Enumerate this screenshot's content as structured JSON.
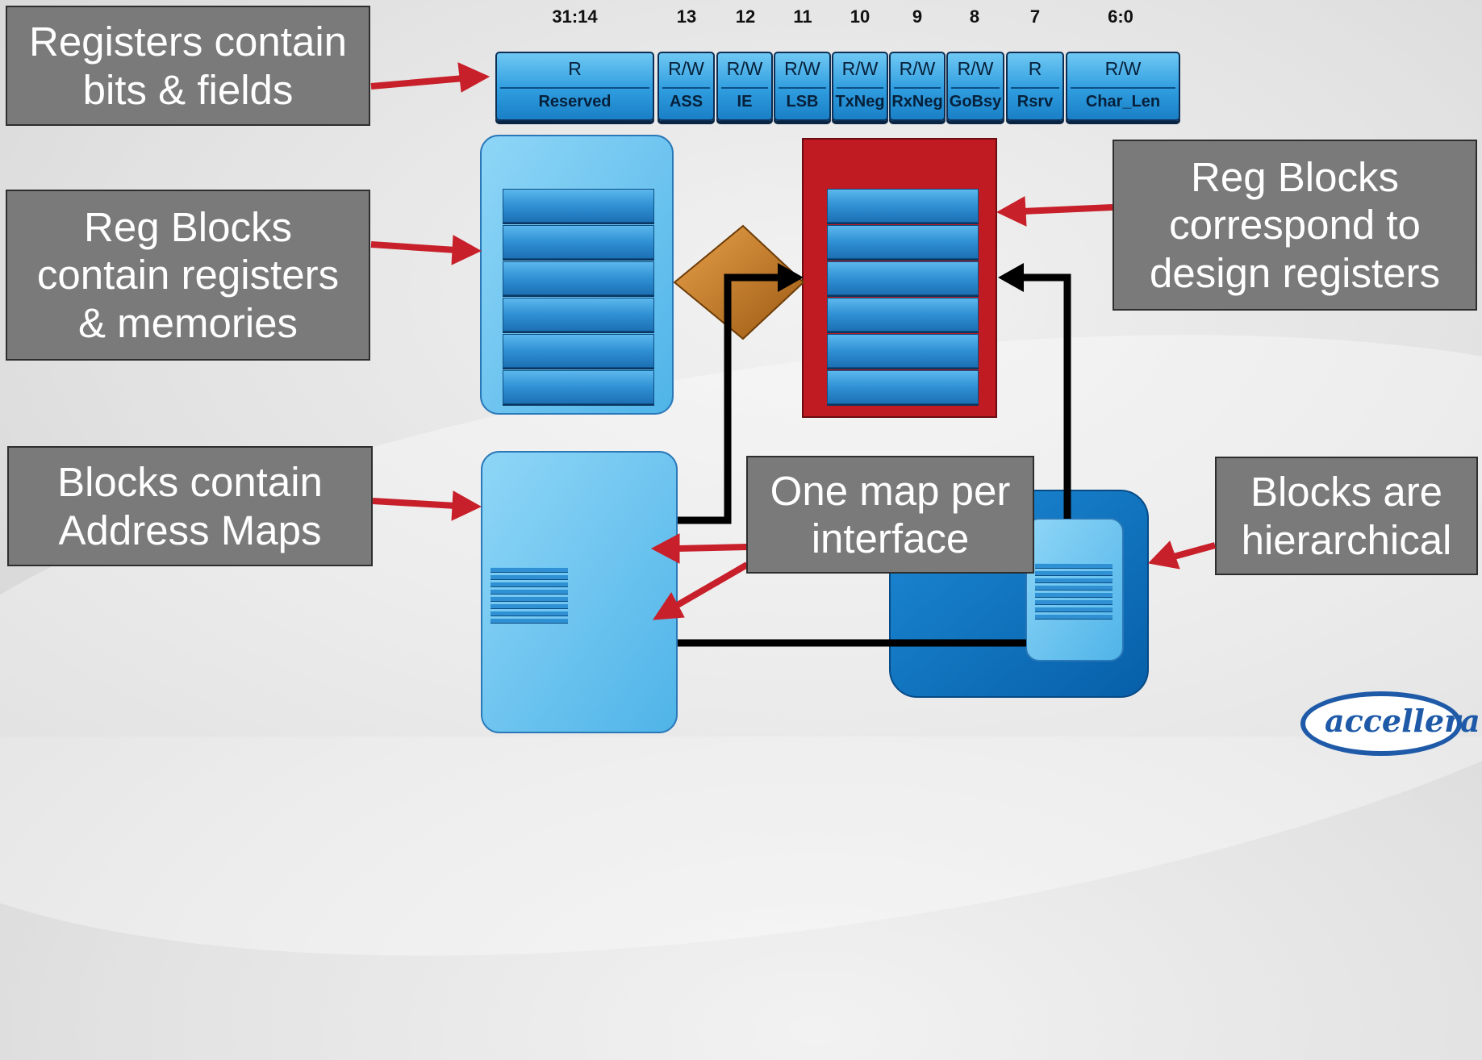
{
  "register": {
    "bit_positions": [
      "31:14",
      "13",
      "12",
      "11",
      "10",
      "9",
      "8",
      "7",
      "6:0"
    ],
    "fields": [
      {
        "access": "R",
        "name": "Reserved"
      },
      {
        "access": "R/W",
        "name": "ASS"
      },
      {
        "access": "R/W",
        "name": "IE"
      },
      {
        "access": "R/W",
        "name": "LSB"
      },
      {
        "access": "R/W",
        "name": "TxNeg"
      },
      {
        "access": "R/W",
        "name": "RxNeg"
      },
      {
        "access": "R/W",
        "name": "GoBsy"
      },
      {
        "access": "R",
        "name": "Rsrv"
      },
      {
        "access": "R/W",
        "name": "Char_Len"
      }
    ]
  },
  "callouts": {
    "registers": "Registers contain\nbits & fields",
    "reg_blocks": "Reg Blocks\ncontain registers\n& memories",
    "blocks_maps": "Blocks contain\nAddress Maps",
    "correspond": "Reg Blocks\ncorrespond to\ndesign registers",
    "one_map": "One map per\ninterface",
    "hierarchical": "Blocks are\nhierarchical"
  },
  "logo": {
    "text": "accellera"
  },
  "colors": {
    "callout_bg": "#7a7a7a",
    "light_blue": "#6ec8f2",
    "dark_blue": "#0b72c4",
    "dut_red": "#c01b22",
    "arrow_red": "#c8202a",
    "adapter_orange": "#c87a1e"
  }
}
